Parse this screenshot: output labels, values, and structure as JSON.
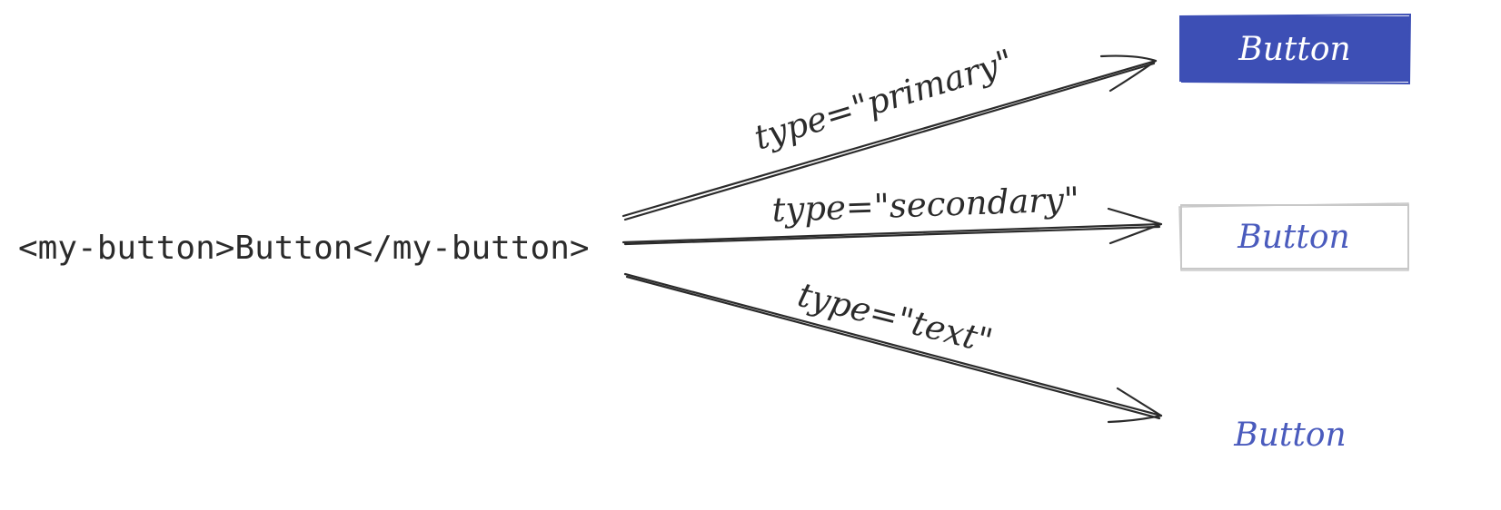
{
  "source_code": "<my-button>Button</my-button>",
  "variants": [
    {
      "label": "type=\"primary\"",
      "button_text": "Button",
      "style": "primary"
    },
    {
      "label": "type=\"secondary\"",
      "button_text": "Button",
      "style": "secondary"
    },
    {
      "label": "type=\"text\"",
      "button_text": "Button",
      "style": "text"
    }
  ],
  "colors": {
    "ink": "#2b2b2b",
    "primary": "#3d4fb5",
    "primary_text": "#ffffff",
    "secondary_border": "#c8c8c8",
    "link_text": "#4a5bbd"
  }
}
